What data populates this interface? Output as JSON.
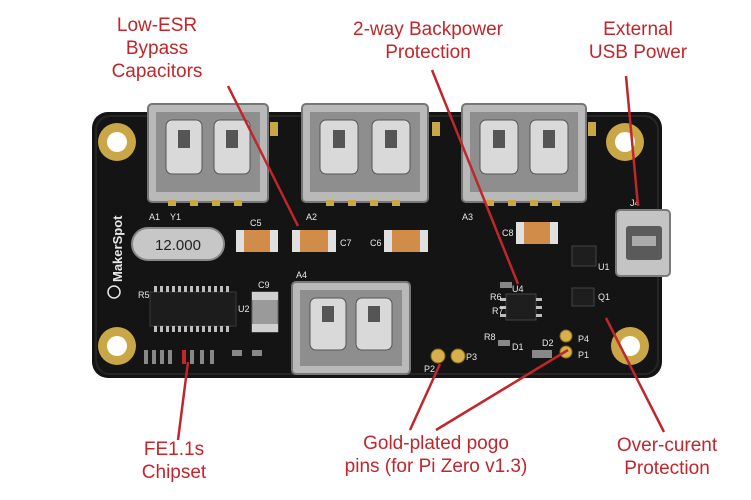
{
  "callouts": {
    "low_esr": "Low-ESR\nBypass\nCapacitors",
    "backpower": "2-way Backpower\nProtection",
    "external_usb": "External\nUSB Power",
    "chipset": "FE1.1s\nChipset",
    "pogo": "Gold-plated pogo\npins (for Pi Zero v1.3)",
    "overcurrent": "Over-curent\nProtection"
  },
  "board": {
    "brand": "MakerSpot",
    "crystal": "12.000",
    "silkscreen": {
      "a1": "A1",
      "y1": "Y1",
      "a2": "A2",
      "a3": "A3",
      "a4": "A4",
      "c5": "C5",
      "c6": "C6",
      "c7": "C7",
      "c8": "C8",
      "c9": "C9",
      "u2": "U2",
      "u4": "U4",
      "r5": "R5",
      "r6": "R6",
      "r7": "R7",
      "r8": "R8",
      "j4": "J4",
      "q1": "Q1",
      "p1": "P1",
      "p2": "P2",
      "p3": "P3",
      "p4": "P4",
      "d1": "D1",
      "d2": "D2",
      "u1": "U1"
    }
  },
  "colors": {
    "callout": "#c0262b",
    "board": "#141414",
    "pad": "#c9a646"
  }
}
